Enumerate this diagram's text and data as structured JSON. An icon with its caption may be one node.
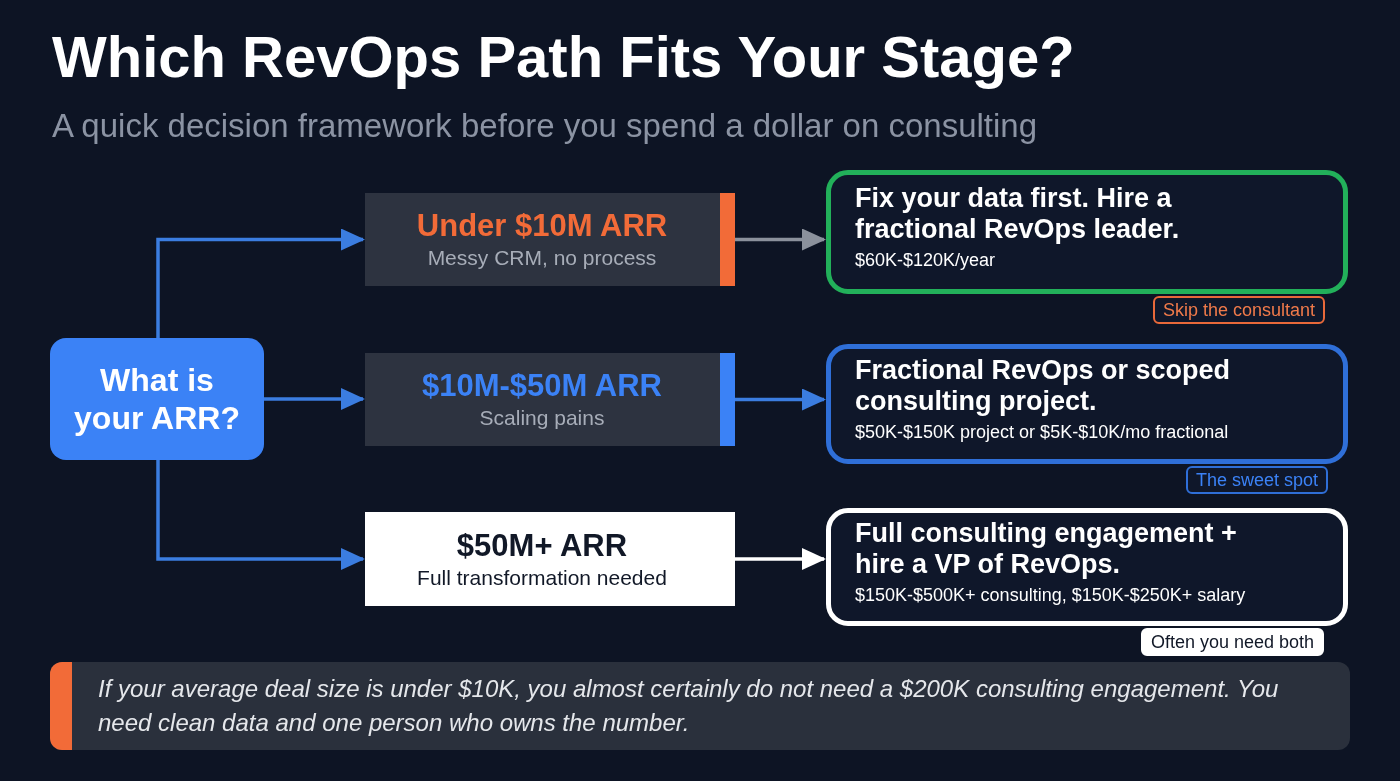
{
  "diagram": {
    "title": "Which RevOps Path Fits Your Stage?",
    "caption": "A quick decision framework before you spend a dollar on consulting",
    "nodes": [
      {
        "text": [
          "What is your ARR?"
        ]
      },
      {
        "text": [
          "Under $10M ARR",
          "Messy CRM, no process"
        ]
      },
      {
        "text": [
          "$10M-$50M ARR",
          "Scaling pains"
        ]
      },
      {
        "text": [
          "$50M+ ARR",
          "Full transformation needed"
        ]
      },
      {
        "text": [
          "Fix your data first. Hire a fractional RevOps leader.",
          "$60K-$120K/year"
        ],
        "beside": [
          "Skip the consultant"
        ]
      },
      {
        "text": [
          "Fractional RevOps or scoped consulting project.",
          "$50K-$150K project or $5K-$10K/mo fractional"
        ],
        "beside": [
          "The sweet spot"
        ]
      },
      {
        "text": [
          "Full consulting engagement + hire a VP of RevOps.",
          "$150K-$500K+ consulting, $150K-$250K+ salary"
        ],
        "beside": [
          "Often you need both"
        ]
      },
      {
        "text": [
          "If your average deal size is under $10K, you almost certainly do not need a $200K consulting engagement. You need clean data and one person who owns the number."
        ]
      }
    ],
    "edges": [
      {
        "from": 0,
        "to": 1,
        "arrow": "to"
      },
      {
        "from": 0,
        "to": 2,
        "arrow": "to"
      },
      {
        "from": 0,
        "to": 3,
        "arrow": "to"
      },
      {
        "from": 1,
        "to": 4,
        "arrow": "to",
        "color": "#8b919c"
      },
      {
        "from": 2,
        "to": 5,
        "arrow": "to"
      },
      {
        "from": 3,
        "to": 6,
        "arrow": "to",
        "color": "#ffffff"
      }
    ]
  }
}
